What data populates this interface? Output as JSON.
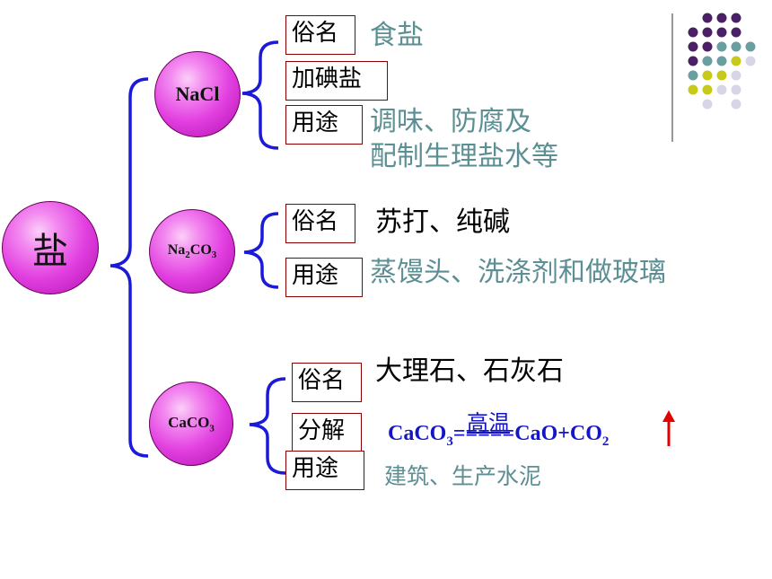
{
  "root": {
    "label": "盐"
  },
  "branches": [
    {
      "compound": "NaCl",
      "rows": [
        {
          "key": "俗名",
          "value": "食盐"
        },
        {
          "key": "加碘盐",
          "value": ""
        },
        {
          "key": "用途",
          "value_line1": "调味、防腐及",
          "value_line2": "配制生理盐水等"
        }
      ]
    },
    {
      "compound_main": "Na",
      "compound_sub1": "2",
      "compound_mid": "CO",
      "compound_sub2": "3",
      "rows": [
        {
          "key": "俗名",
          "value": "苏打、纯碱"
        },
        {
          "key": "用途",
          "value": "蒸馒头、洗涤剂和做玻璃"
        }
      ]
    },
    {
      "compound_main": "CaCO",
      "compound_sub": "3",
      "rows": [
        {
          "key": "俗名",
          "value": "大理石、石灰石"
        },
        {
          "key": "分解",
          "condition": "高温",
          "eq_reactant": "CaCO",
          "eq_reactant_sub": "3",
          "eq_arrow": "=====",
          "eq_product": "CaO+CO",
          "eq_product_sub": "2"
        },
        {
          "key": "用途",
          "value": "建筑、生产水泥"
        }
      ]
    }
  ],
  "colors": {
    "bracket": "#1a1ad8",
    "teal_text": "#5b8f93",
    "box_border": "#8b0000",
    "gas_arrow": "#e00000",
    "dot_purple": "#4a2067",
    "dot_teal": "#6a9ea1",
    "dot_olive": "#c9c91a",
    "dot_lavender": "#d6d6e8"
  }
}
